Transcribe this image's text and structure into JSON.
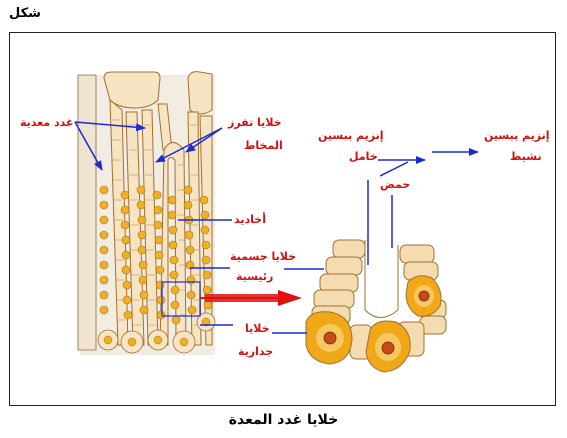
{
  "corner_title": "شكل",
  "caption": "خلايا غدد المعدة",
  "labels": {
    "gastric_glands": "غدد معدية",
    "mucus_cells_line1": "خلايا تفرز",
    "mucus_cells_line2": "المخاط",
    "pepsinogen_line1": "إنزيم ببسين",
    "pepsinogen_line2": "خامل",
    "pepsin_line1": "إنزيم ببسين",
    "pepsin_line2": "نشيط",
    "acid": "حمض",
    "grooves": "أخاديد",
    "chief_cells_line1": "خلايا جسمية",
    "chief_cells_line2": "رئيسية",
    "parietal_cells_line1": "خلايا",
    "parietal_cells_line2": "جدارية"
  },
  "colors": {
    "label_red": "#d01010",
    "arrow_blue": "#1a2bd6",
    "big_arrow_red": "#e01010",
    "cell_tan": "#f5dcb0",
    "parietal_orange": "#f0a818",
    "cell_outline": "#a07030"
  }
}
